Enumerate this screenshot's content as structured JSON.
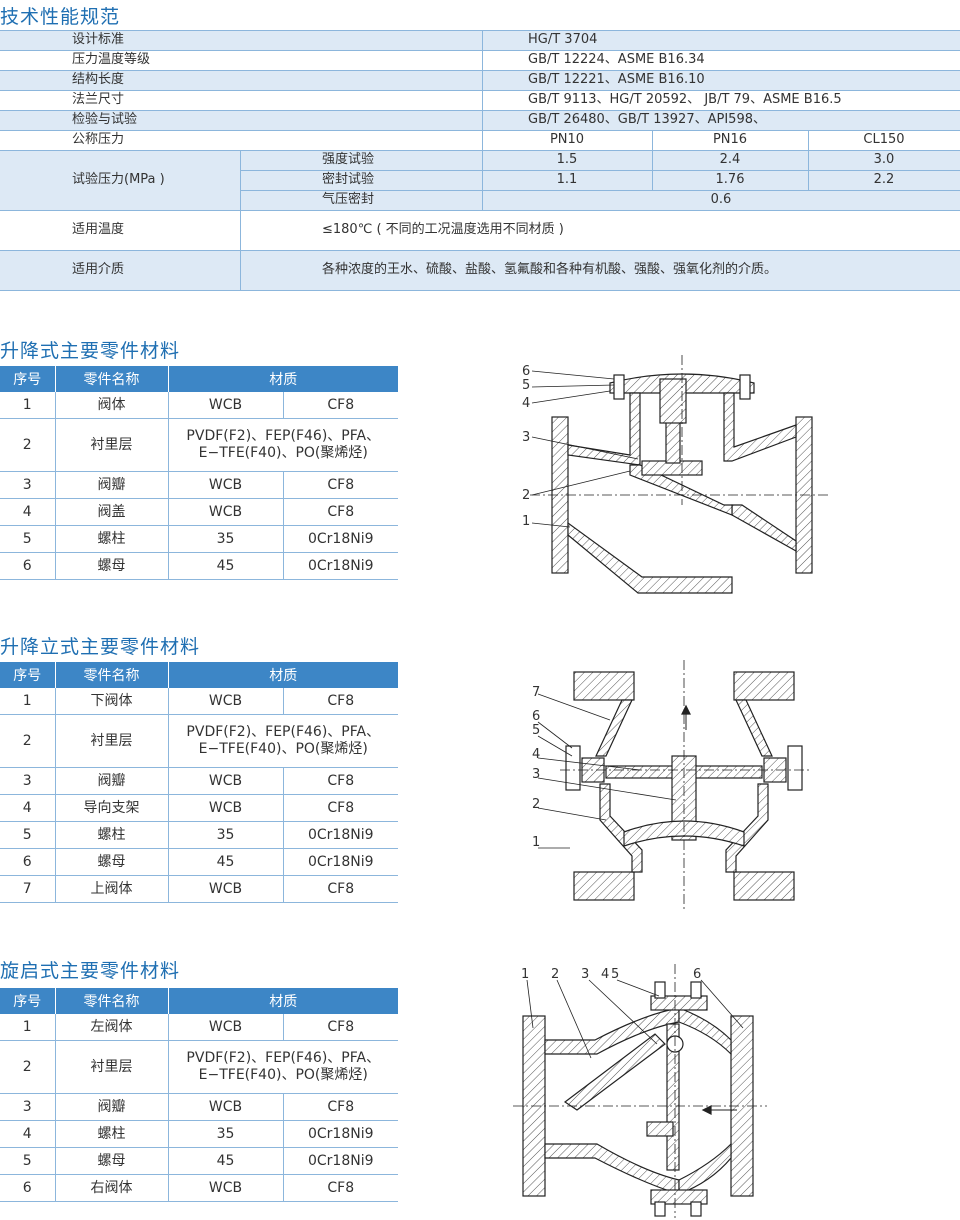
{
  "spec": {
    "title": "技术性能规范",
    "rows": [
      {
        "label": "设计标准",
        "value": "HG/T 3704"
      },
      {
        "label": "压力温度等级",
        "value": "GB/T 12224、ASME B16.34"
      },
      {
        "label": "结构长度",
        "value": "GB/T 12221、ASME B16.10"
      },
      {
        "label": "法兰尺寸",
        "value": "GB/T 9113、HG/T 20592、 JB/T  79、ASME B16.5"
      },
      {
        "label": "检验与试验",
        "value": "GB/T 26480、GB/T 13927、API598、"
      }
    ],
    "nominal_label": "公称压力",
    "nominal": [
      "PN10",
      "PN16",
      "CL150"
    ],
    "test_label": "试验压力(MPa )",
    "strength_label": "强度试验",
    "strength": [
      "1.5",
      "2.4",
      "3.0"
    ],
    "seal_label": "密封试验",
    "seal": [
      "1.1",
      "1.76",
      "2.2"
    ],
    "air_label": "气压密封",
    "air": "0.6",
    "temp_label": "适用温度",
    "temp_value": "≤180℃ ( 不同的工况温度选用不同材质 )",
    "media_label": "适用介质",
    "media_value": "各种浓度的王水、硫酸、盐酸、氢氟酸和各种有机酸、强酸、强氧化剂的介质。"
  },
  "headers": {
    "no": "序号",
    "name": "零件名称",
    "material": "材质"
  },
  "tables": [
    {
      "title": "升降式主要零件材料",
      "rows": [
        {
          "no": "1",
          "name": "阀体",
          "m1": "WCB",
          "m2": "CF8"
        },
        {
          "no": "2",
          "name": "衬里层",
          "span": "PVDF(F2)、FEP(F46)、PFA、\nE−TFE(F40)、PO(聚烯烃)"
        },
        {
          "no": "3",
          "name": "阀瓣",
          "m1": "WCB",
          "m2": "CF8"
        },
        {
          "no": "4",
          "name": "阀盖",
          "m1": "WCB",
          "m2": "CF8"
        },
        {
          "no": "5",
          "name": "螺柱",
          "m1": "35",
          "m2": "0Cr18Ni9"
        },
        {
          "no": "6",
          "name": "螺母",
          "m1": "45",
          "m2": "0Cr18Ni9"
        }
      ]
    },
    {
      "title": "升降立式主要零件材料",
      "rows": [
        {
          "no": "1",
          "name": "下阀体",
          "m1": "WCB",
          "m2": "CF8"
        },
        {
          "no": "2",
          "name": "衬里层",
          "span": "PVDF(F2)、FEP(F46)、PFA、\nE−TFE(F40)、PO(聚烯烃)"
        },
        {
          "no": "3",
          "name": "阀瓣",
          "m1": "WCB",
          "m2": "CF8"
        },
        {
          "no": "4",
          "name": "导向支架",
          "m1": "WCB",
          "m2": "CF8"
        },
        {
          "no": "5",
          "name": "螺柱",
          "m1": "35",
          "m2": "0Cr18Ni9"
        },
        {
          "no": "6",
          "name": "螺母",
          "m1": "45",
          "m2": "0Cr18Ni9"
        },
        {
          "no": "7",
          "name": "上阀体",
          "m1": "WCB",
          "m2": "CF8"
        }
      ]
    },
    {
      "title": "旋启式主要零件材料",
      "rows": [
        {
          "no": "1",
          "name": "左阀体",
          "m1": "WCB",
          "m2": "CF8"
        },
        {
          "no": "2",
          "name": "衬里层",
          "span": "PVDF(F2)、FEP(F46)、PFA、\nE−TFE(F40)、PO(聚烯烃)"
        },
        {
          "no": "3",
          "name": "阀瓣",
          "m1": "WCB",
          "m2": "CF8"
        },
        {
          "no": "4",
          "name": "螺柱",
          "m1": "35",
          "m2": "0Cr18Ni9"
        },
        {
          "no": "5",
          "name": "螺母",
          "m1": "45",
          "m2": "0Cr18Ni9"
        },
        {
          "no": "6",
          "name": "右阀体",
          "m1": "WCB",
          "m2": "CF8"
        }
      ]
    }
  ],
  "drawings": {
    "d1_labels": [
      "6",
      "5",
      "4",
      "3",
      "2",
      "1"
    ],
    "d2_labels": [
      "7",
      "6",
      "5",
      "4",
      "3",
      "2",
      "1"
    ],
    "d3_labels": [
      "1",
      "2",
      "3",
      "4",
      "5",
      "6"
    ]
  },
  "colors": {
    "accent": "#3d86c6",
    "title": "#1f6fb2",
    "band": "#dde9f5",
    "rule": "#8cb6dc"
  }
}
